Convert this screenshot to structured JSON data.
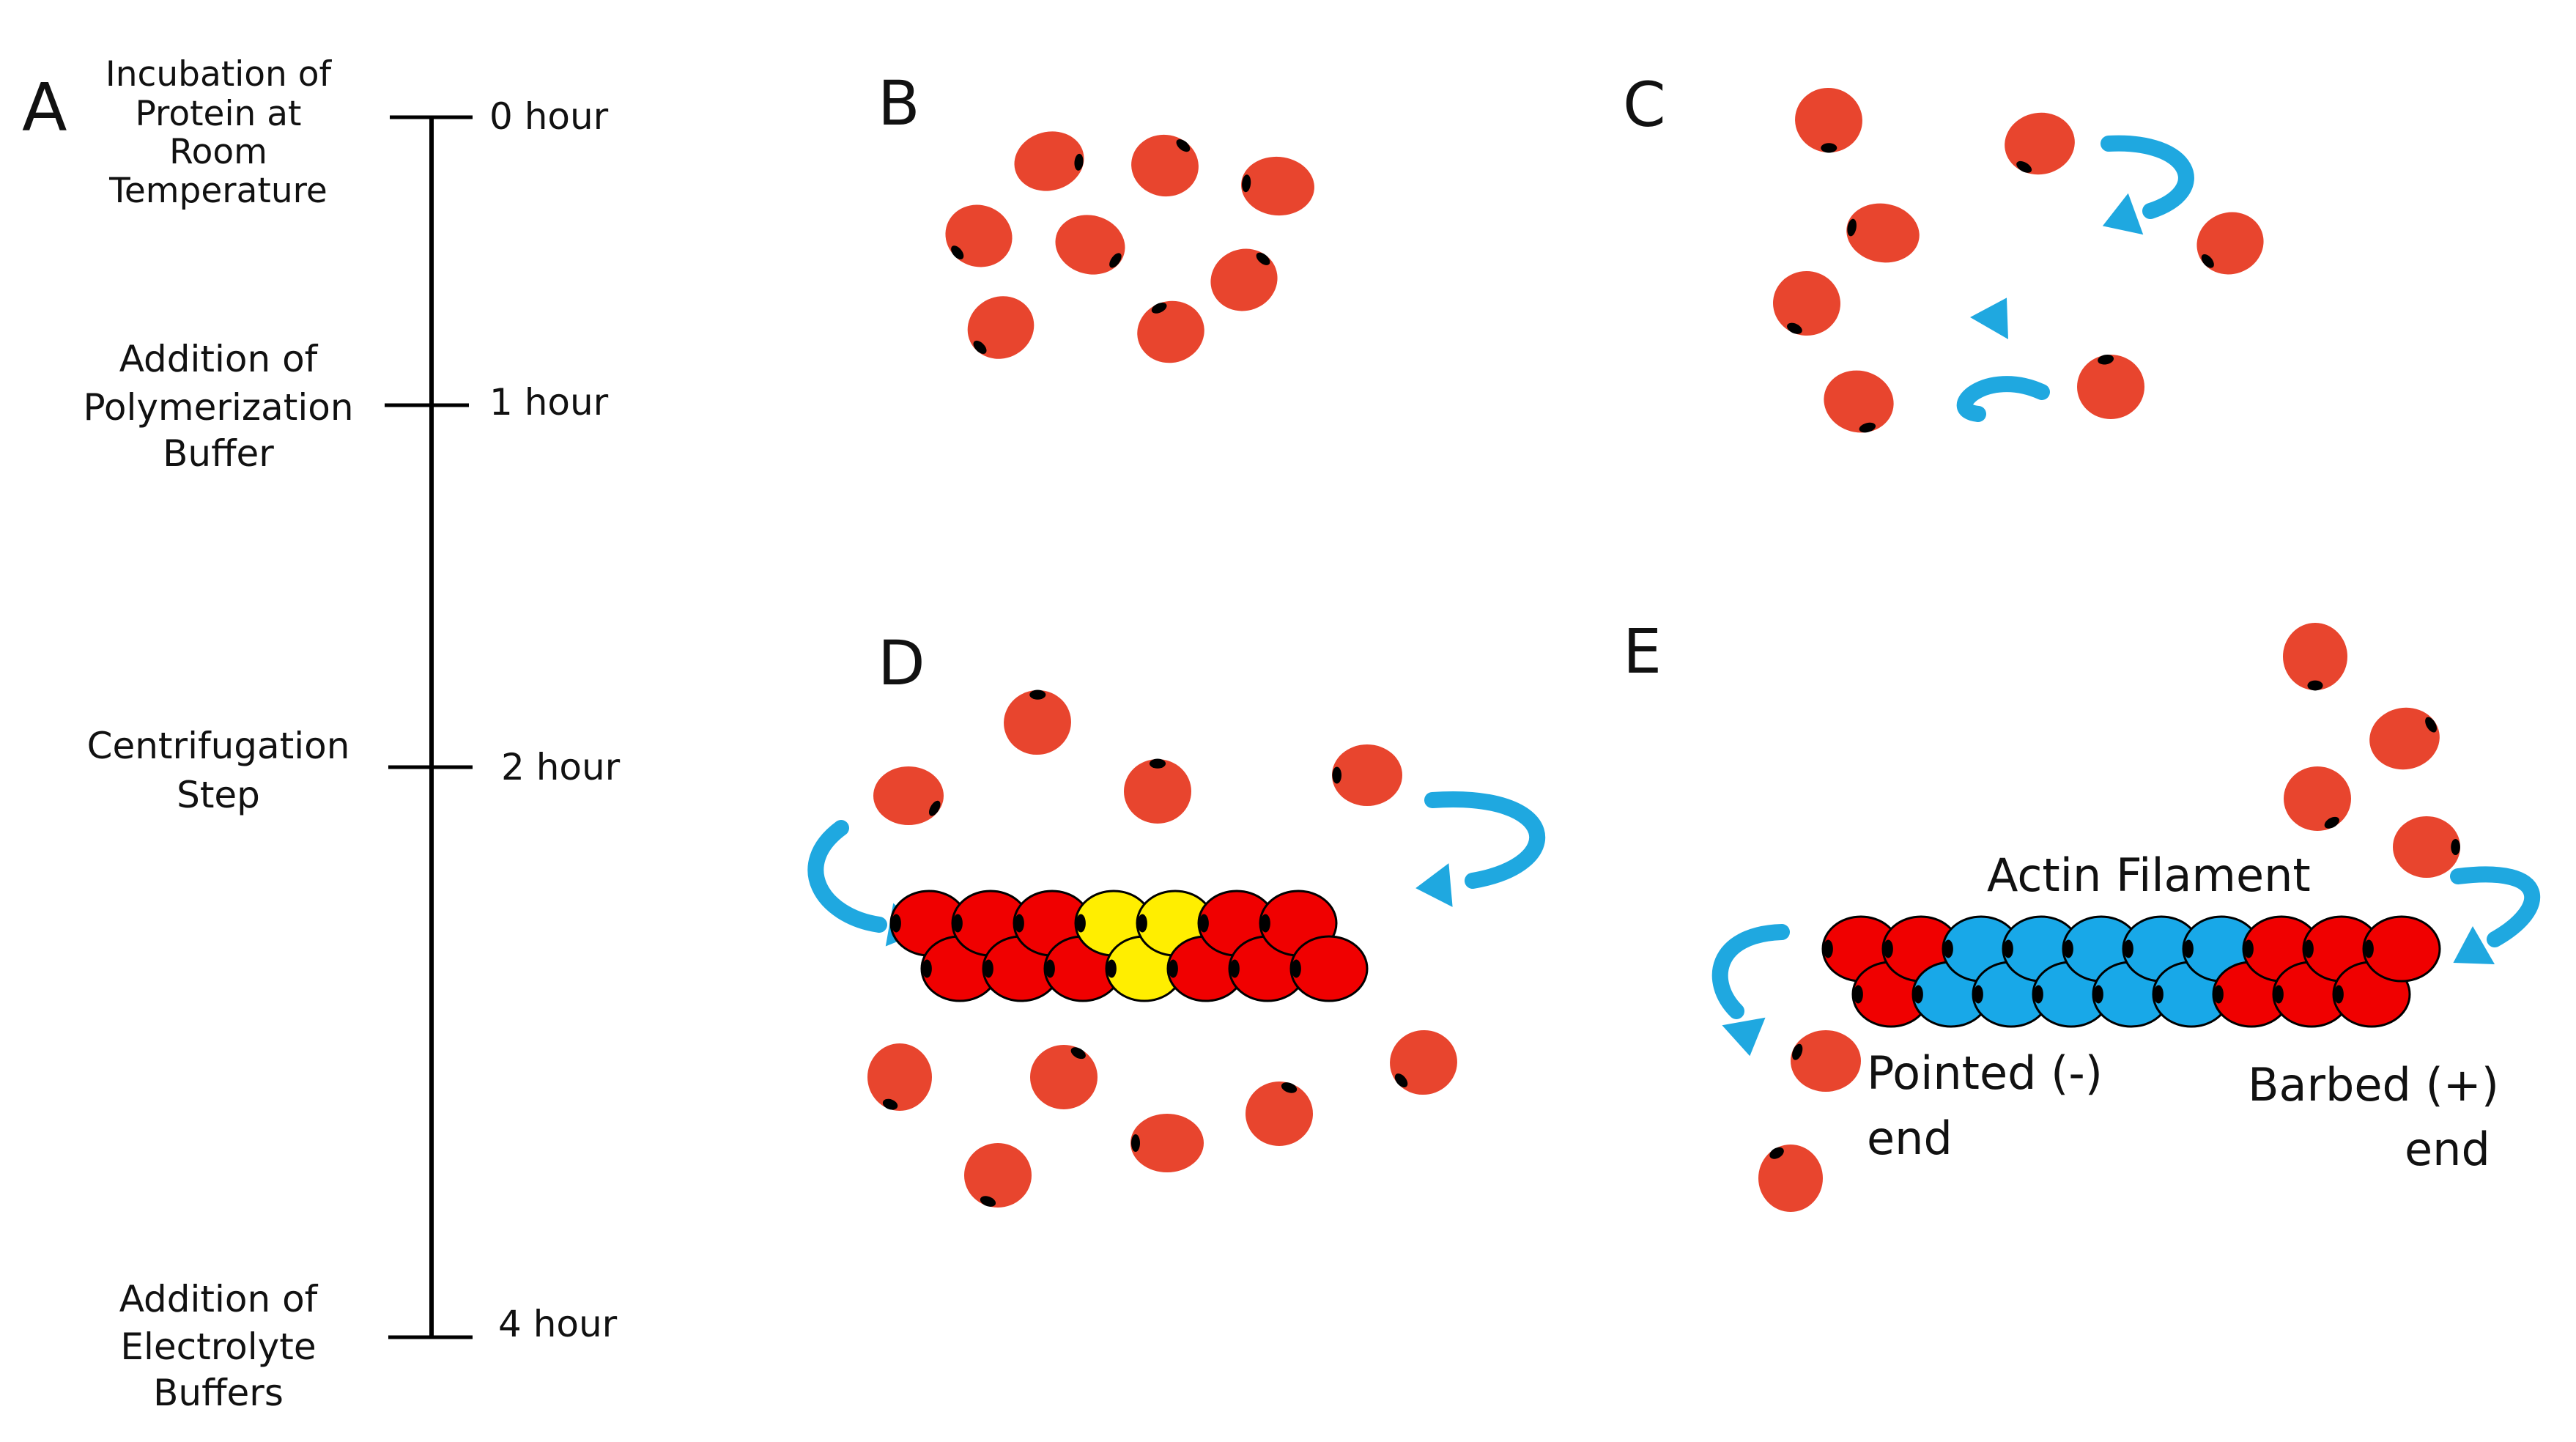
{
  "panels": {
    "a": "A",
    "b": "B",
    "c": "C",
    "d": "D",
    "e": "E"
  },
  "timeline": {
    "events": [
      {
        "lines": [
          "Incubation of",
          "Protein at",
          "Room",
          "Temperature"
        ],
        "time": "0 hour"
      },
      {
        "lines": [
          "Addition of",
          "Polymerization",
          "Buffer"
        ],
        "time": "1 hour"
      },
      {
        "lines": [
          "Centrifugation",
          "Step"
        ],
        "time": "2 hour"
      },
      {
        "lines": [
          "Addition of",
          "Electrolyte",
          "Buffers"
        ],
        "time": "4 hour"
      }
    ]
  },
  "filament": {
    "title": "Actin Filament",
    "pointed_lines": [
      "Pointed (-)",
      "end"
    ],
    "barbed_lines": [
      "Barbed (+)",
      "end"
    ]
  },
  "colors": {
    "monomer": "#e8452e",
    "filament_red": "#f00000",
    "nucleus_yellow": "#ffee00",
    "filament_blue": "#18a8e8",
    "arrow": "#1fa8e0",
    "cap": "#000000"
  }
}
